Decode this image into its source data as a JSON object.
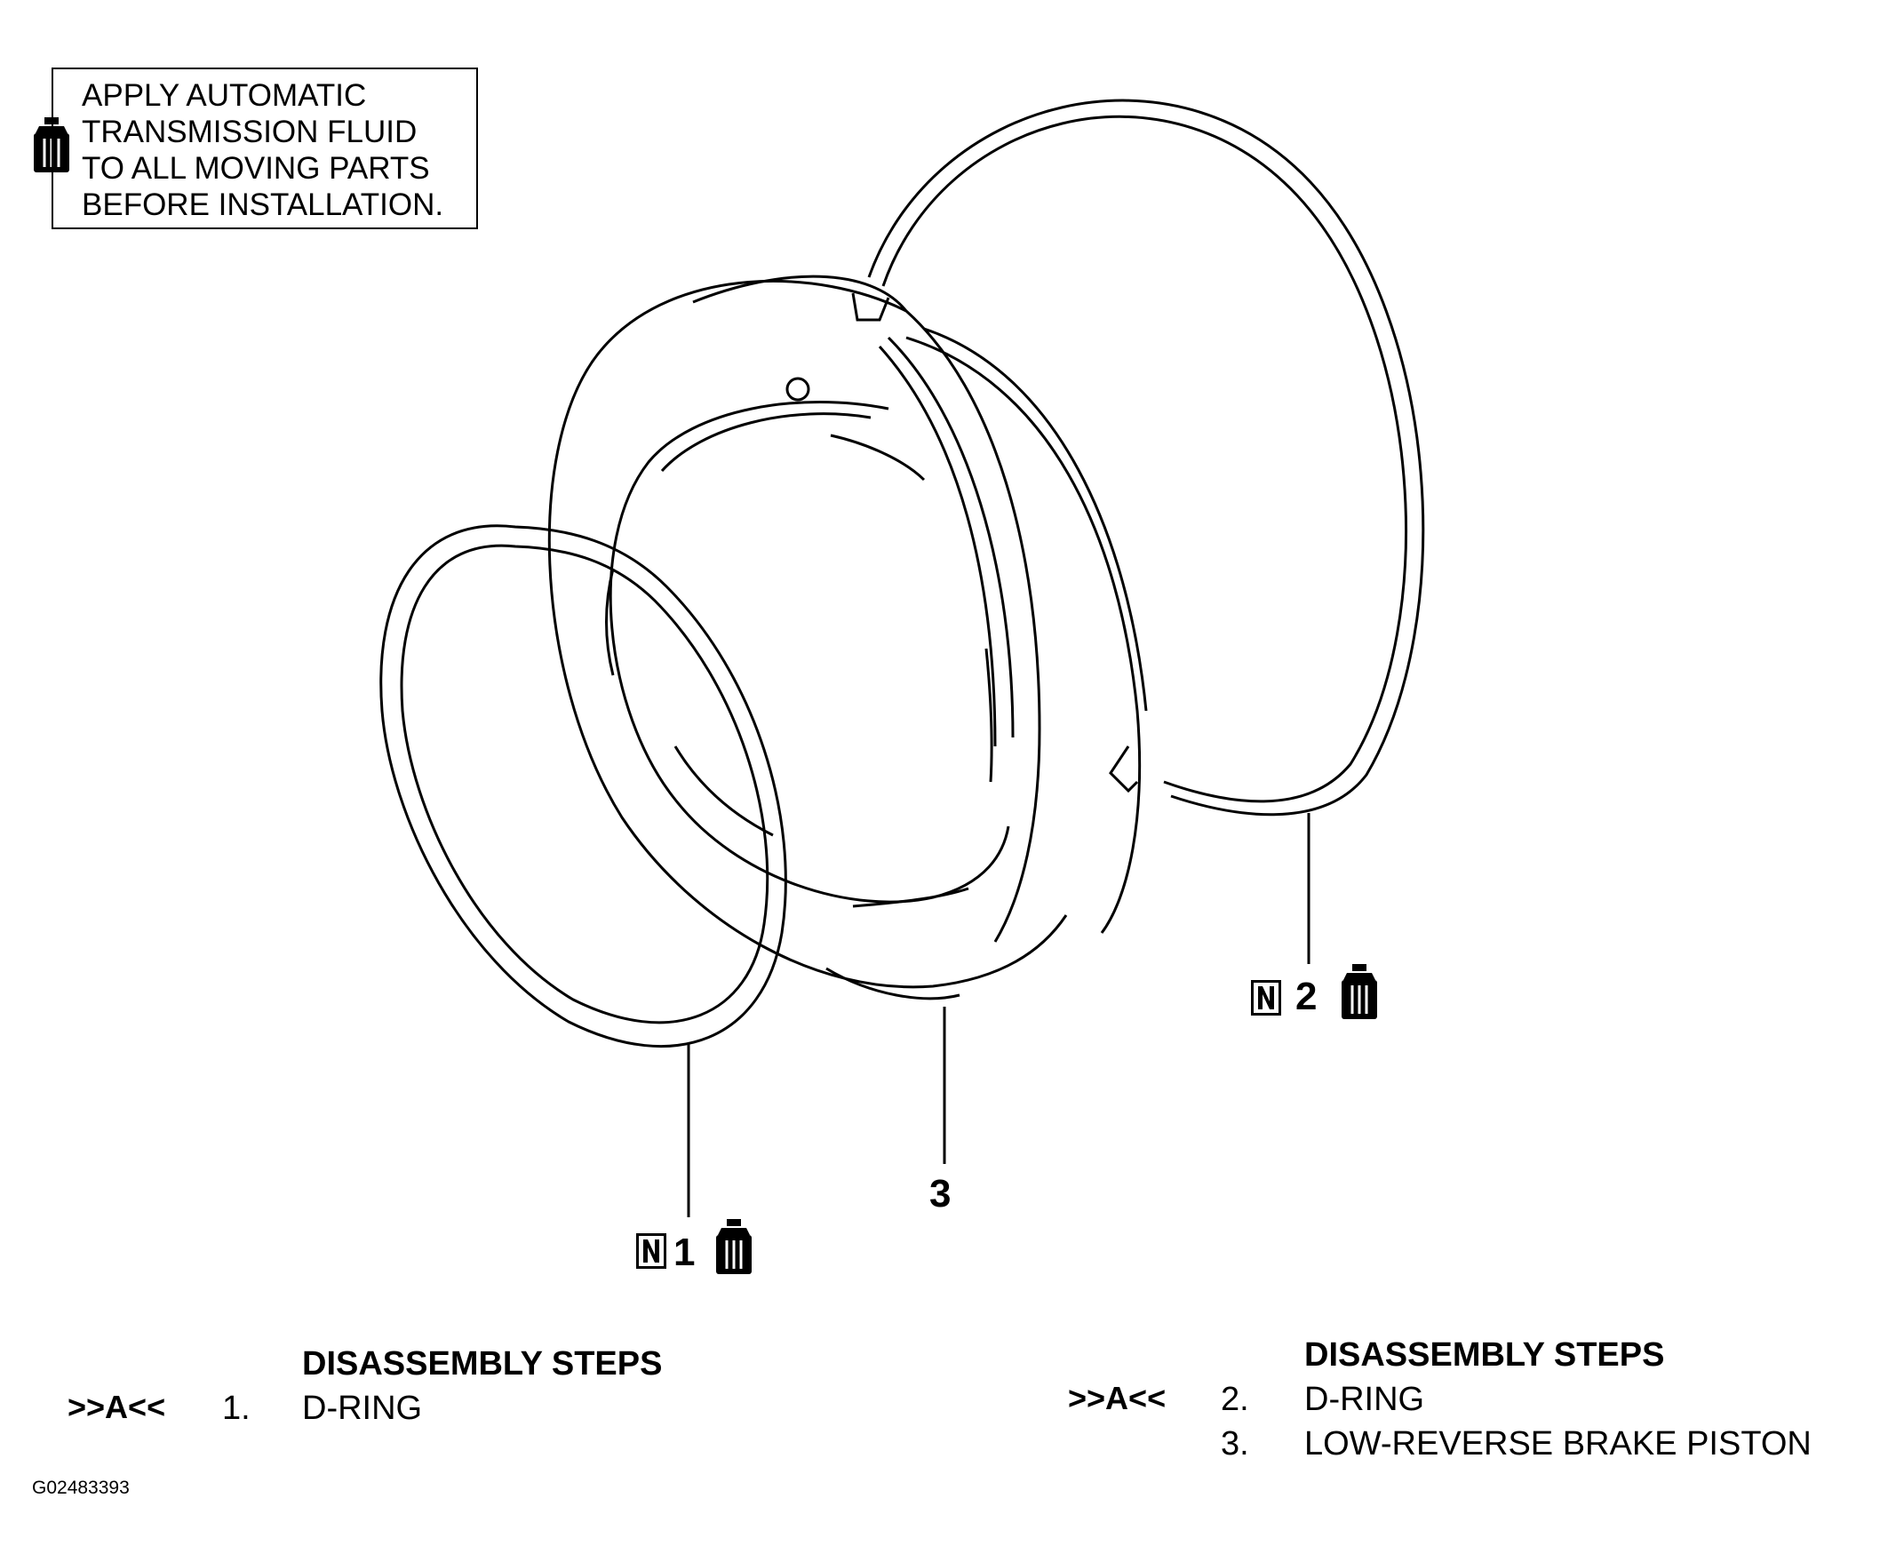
{
  "note": {
    "lines": [
      "APPLY AUTOMATIC",
      "TRANSMISSION FLUID",
      "TO ALL MOVING PARTS",
      "BEFORE INSTALLATION."
    ],
    "icon": "atf-bottle-icon"
  },
  "callouts": [
    {
      "label": "1",
      "badge": "N",
      "icon": "atf-bottle-icon"
    },
    {
      "label": "2",
      "badge": "N",
      "icon": "atf-bottle-icon"
    },
    {
      "label": "3"
    }
  ],
  "steps_left": {
    "heading": "DISASSEMBLY STEPS",
    "items": [
      {
        "marker": ">>A<<",
        "number": "1.",
        "text": "D-RING"
      }
    ]
  },
  "steps_right": {
    "heading": "DISASSEMBLY STEPS",
    "items": [
      {
        "marker": ">>A<<",
        "number": "2.",
        "text": "D-RING"
      },
      {
        "marker": "",
        "number": "3.",
        "text": "LOW-REVERSE BRAKE PISTON"
      }
    ]
  },
  "figure_id": "G02483393",
  "colors": {
    "ink": "#000000",
    "paper": "#ffffff"
  }
}
